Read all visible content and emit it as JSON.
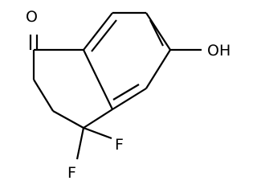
{
  "molecule": {
    "atoms": {
      "oxygen_carbonyl": "O",
      "hydroxyl": "OH",
      "fluorine_top": "F",
      "fluorine_bottom": "F"
    }
  }
}
